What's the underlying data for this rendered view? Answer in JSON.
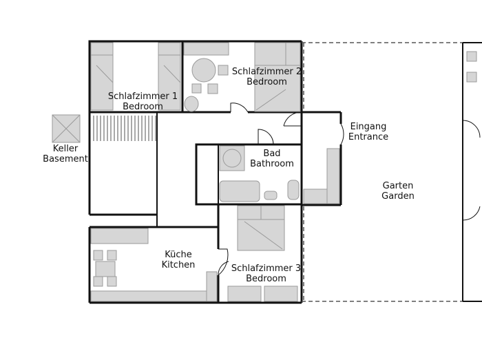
{
  "colors": {
    "wall": "#111111",
    "furniture_fill": "#d6d6d6",
    "furniture_stroke": "#9a9a9a",
    "dashed_line": "#555555"
  },
  "rooms": {
    "bedroom1": {
      "de": "Schlafzimmer 1",
      "en": "Bedroom"
    },
    "bedroom2": {
      "de": "Schlafzimmer 2",
      "en": "Bedroom"
    },
    "bedroom3": {
      "de": "Schlafzimmer 3",
      "en": "Bedroom"
    },
    "basement": {
      "de": "Keller",
      "en": "Basement"
    },
    "entrance": {
      "de": "Eingang",
      "en": "Entrance"
    },
    "bathroom": {
      "de": "Bad",
      "en": "Bathroom"
    },
    "garden": {
      "de": "Garten",
      "en": "Garden"
    },
    "kitchen": {
      "de": "Küche",
      "en": "Kitchen"
    }
  }
}
